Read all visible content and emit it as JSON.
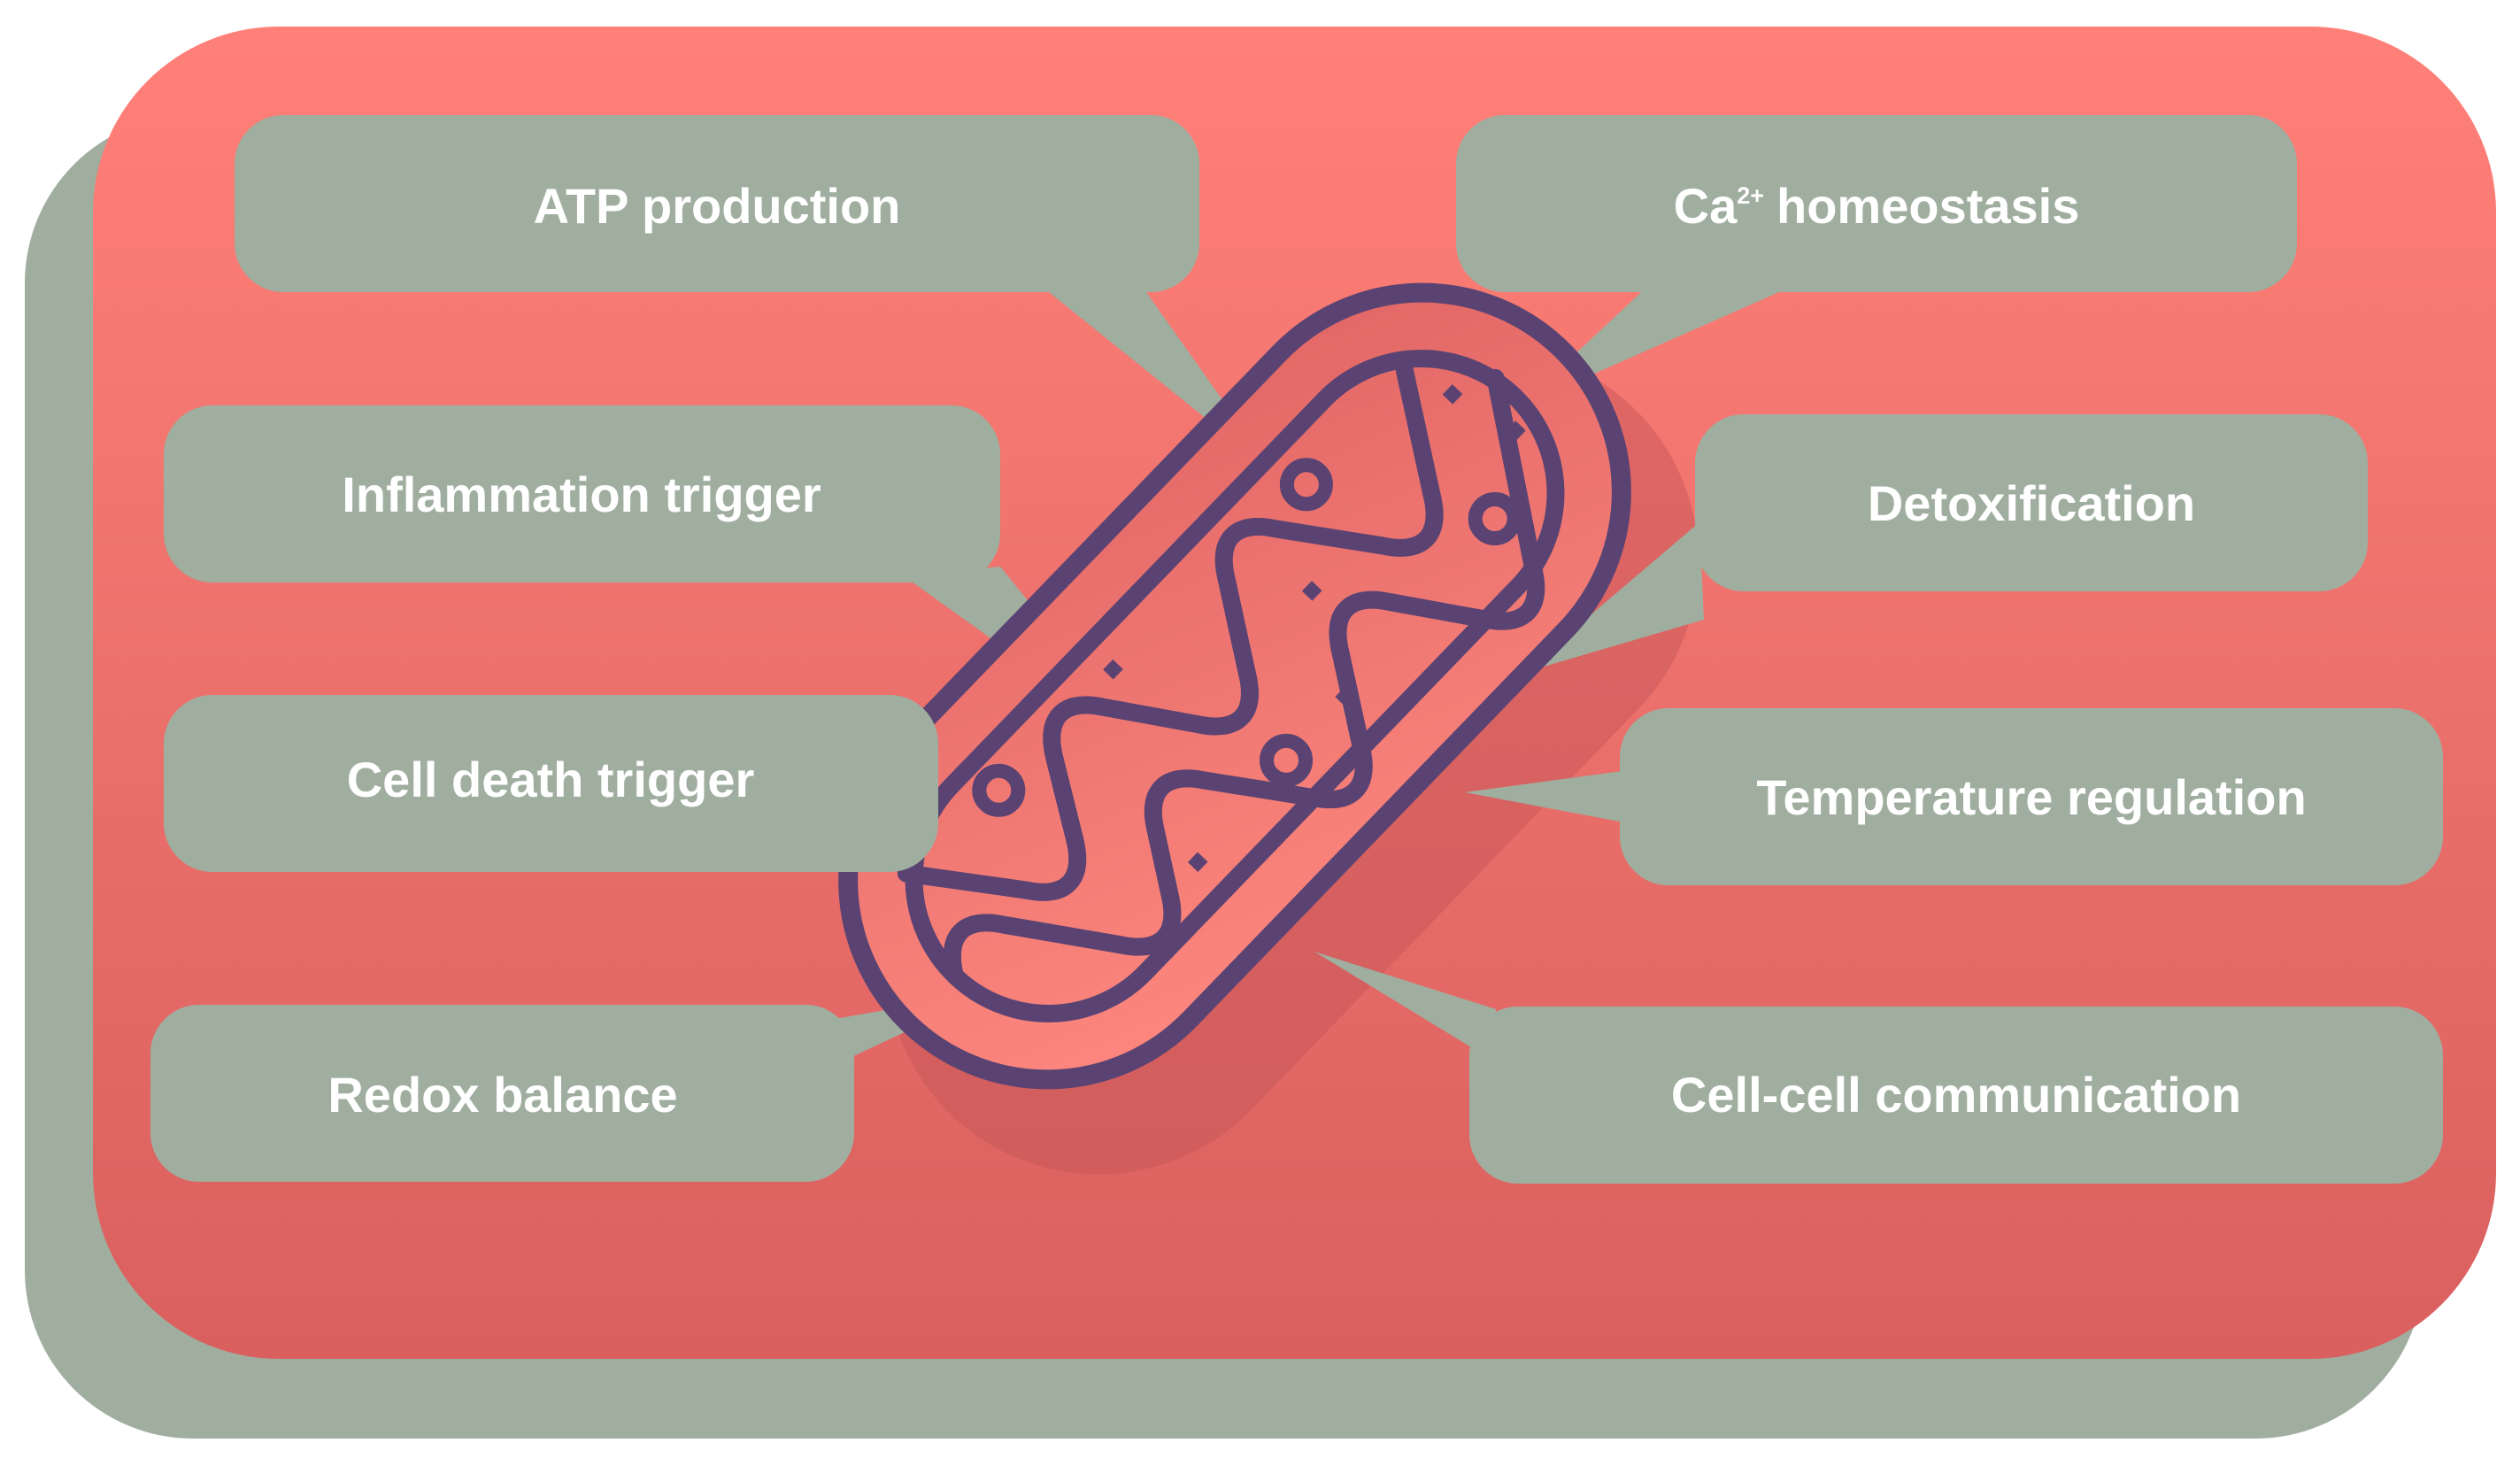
{
  "colors": {
    "panel_top": "#ff8078",
    "panel_bottom": "#d9605f",
    "backdrop": "#a0ae9f",
    "bubble": "#a0ae9f",
    "organelle_fill": "#f07a72",
    "organelle_stroke": "#5a4372",
    "label_text": "#ffffff"
  },
  "icons": {
    "center": "mitochondrion-icon"
  },
  "labels": {
    "atp": "ATP production",
    "calcium_base": "Ca",
    "calcium_sup": "2+",
    "calcium_rest": "homeostasis",
    "inflammation": "Inflammation trigger",
    "detox": "Detoxification",
    "cell_death": "Cell death trigger",
    "temperature": "Temperature regulation",
    "redox": "Redox balance",
    "communication": "Cell-cell communication"
  }
}
